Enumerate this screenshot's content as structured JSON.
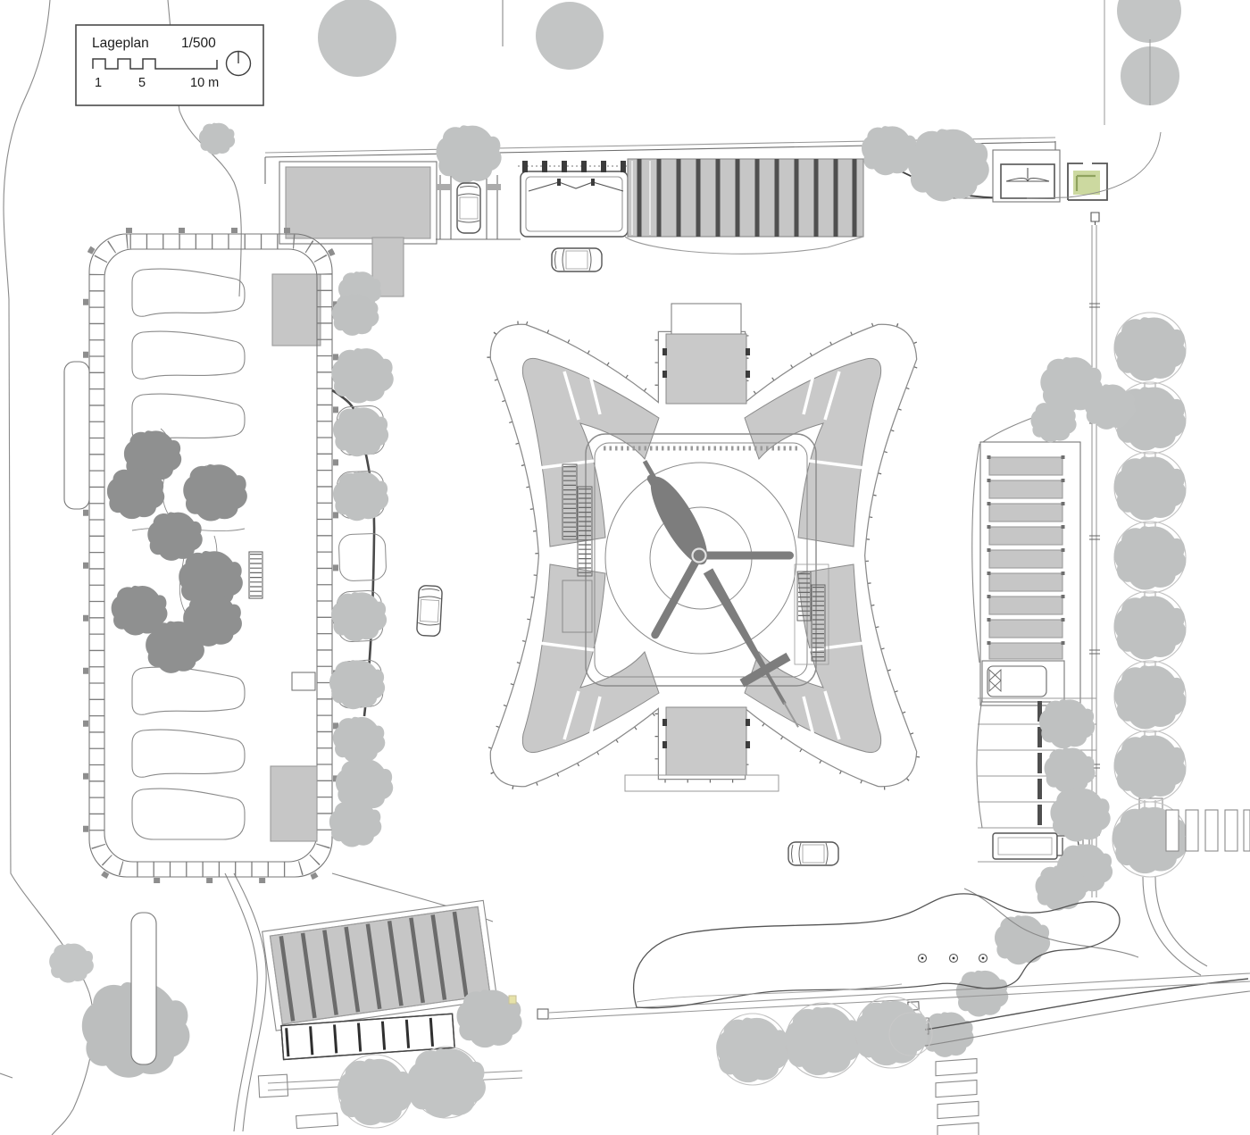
{
  "legend": {
    "title": "Lageplan",
    "scale": "1/500",
    "scale_bar": {
      "tick_start": "1",
      "tick_mid": "5",
      "tick_end": "10 m"
    }
  },
  "icons": {
    "north_arrow": "circle-with-needle",
    "helicopter": "helicopter-top-view"
  },
  "colors": {
    "background": "#ffffff",
    "line": "#6f6f6f",
    "dark_line": "#3f3f3f",
    "building_fill": "#c6c6c6",
    "wing_fill": "#c9c9c9",
    "canopy_stripe": "#4f4f4f",
    "tree_dark": "#8f9090",
    "tree_light": "#bfc1c1",
    "helicopter": "#7d7d7d",
    "kiosk_green": "#ccd9a0",
    "kiosk_green_line": "#8fa35e",
    "accent_yellow": "#e6e2a8"
  }
}
